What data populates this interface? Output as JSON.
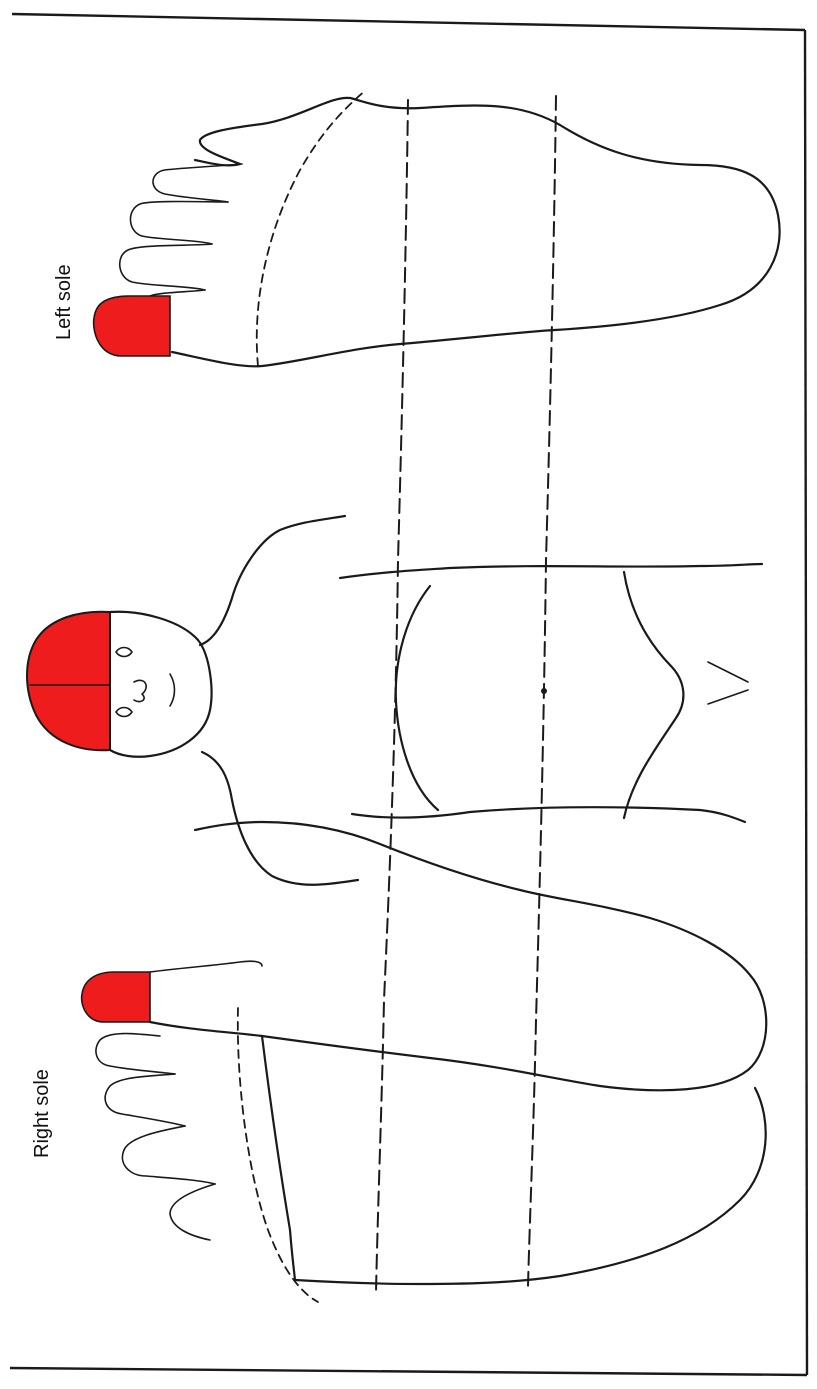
{
  "diagram": {
    "labels": {
      "right_sole": "Right sole",
      "left_sole": "Left sole"
    },
    "highlight_color": "#ee1c1c",
    "line_color": "#1a1a1a",
    "highlighted_regions": [
      "right-big-toe",
      "left-big-toe",
      "head-top"
    ]
  }
}
